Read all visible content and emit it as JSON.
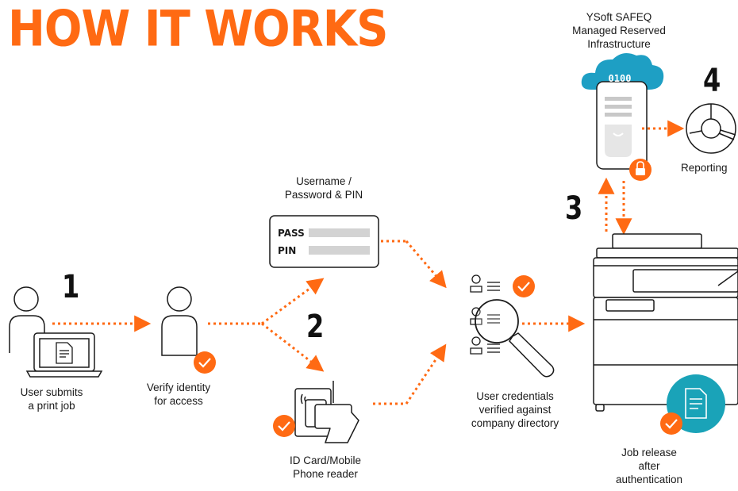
{
  "title": "HOW IT WORKS",
  "steps": [
    "1",
    "2",
    "3",
    "4"
  ],
  "captions": {
    "user_submits": [
      "User submits",
      "a print job"
    ],
    "verify_identity": [
      "Verify identity",
      "for access"
    ],
    "username_password": [
      "Username /",
      "Password & PIN"
    ],
    "id_card": [
      "ID Card/Mobile",
      "Phone reader"
    ],
    "credentials": [
      "User credentials",
      "verified against",
      "company directory"
    ],
    "cloud_title": [
      "YSoft SAFEQ",
      "Managed Reserved",
      "Infrastructure"
    ],
    "reporting": "Reporting",
    "job_release": [
      "Job release",
      "after",
      "authentication"
    ]
  },
  "login_card": {
    "pass_label": "PASS",
    "pin_label": "PIN"
  },
  "cloud_label": "0100",
  "colors": {
    "accent": "#ff6a13",
    "teal": "#1aa3b8",
    "cloud": "#1e9fc4",
    "ink": "#1a1a1a"
  },
  "icons": [
    "user-icon",
    "laptop-icon",
    "document-icon",
    "check-icon",
    "login-card-icon",
    "card-reader-icon",
    "directory-search-icon",
    "cloud-server-icon",
    "lock-icon",
    "reporting-chart-icon",
    "printer-icon"
  ]
}
